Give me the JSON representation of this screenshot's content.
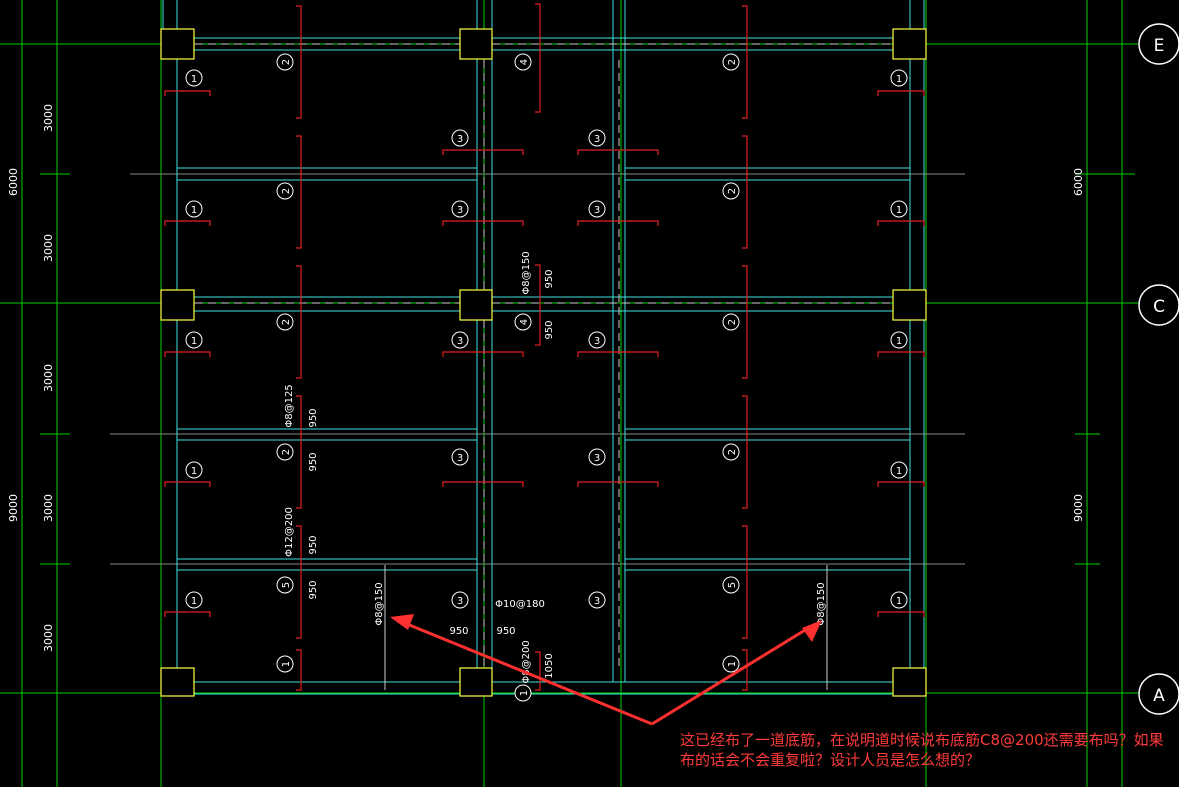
{
  "axes": {
    "E": "E",
    "C": "C",
    "A": "A"
  },
  "dims": {
    "left": [
      "3000",
      "6000",
      "3000",
      "3000",
      "9000",
      "3000",
      "3000"
    ],
    "right": [
      "6000",
      "9000"
    ]
  },
  "slab_marks": {
    "m1": "1",
    "m2": "2",
    "m3": "3",
    "m4": "4",
    "m5": "5"
  },
  "rebar_labels": {
    "a": "Φ8@125",
    "b": "Φ12@200",
    "c": "Φ8@150",
    "d": "Φ8@150",
    "e": "Φ8@150",
    "f": "Φ10@180",
    "g": "Φ8@200"
  },
  "lengths": {
    "v950": "950",
    "v1050": "1050"
  },
  "note": "这已经布了一道底筋，在说明道时候说布底筋C8@200还需要布吗？如果布的话会不会重复啦？设计人员是怎么想的？",
  "colors": {
    "green": "#00ff00",
    "cyan": "#40e0e0",
    "yellow": "#ffff40",
    "red": "#e02020",
    "white": "#ffffff",
    "annotation": "#ff3b3b"
  }
}
